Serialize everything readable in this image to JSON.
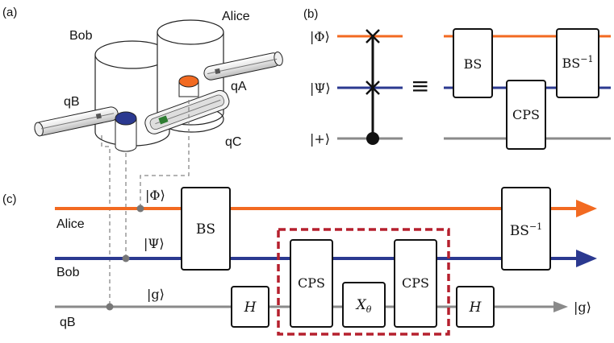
{
  "panels": {
    "a": "(a)",
    "b": "(b)",
    "c": "(c)"
  },
  "panel_a": {
    "labels": {
      "bob": "Bob",
      "alice": "Alice",
      "qA": "qA",
      "qB": "qB",
      "qC": "qC"
    },
    "colors": {
      "qA_qubit": "#f26a21",
      "qB_qubit": "#2b3990"
    }
  },
  "panel_b": {
    "kets": {
      "phi": "|Φ⟩",
      "psi": "|Ψ⟩",
      "plus": "|+⟩"
    },
    "equiv": "≡",
    "gates": {
      "bs": "BS",
      "cps": "CPS",
      "bs_inv_base": "BS",
      "bs_inv_exp": "−1"
    }
  },
  "panel_c": {
    "lines": {
      "alice": "Alice",
      "bob": "Bob",
      "qb": "qB"
    },
    "kets": {
      "phi": "|Φ⟩",
      "psi": "|Ψ⟩",
      "g_in": "|g⟩",
      "g_out": "|g⟩"
    },
    "gates": {
      "bs": "BS",
      "bs_inv_base": "BS",
      "bs_inv_exp": "−1",
      "h1": "H",
      "cps1": "CPS",
      "x_base": "X",
      "x_sub": "θ",
      "cps2": "CPS",
      "h2": "H"
    }
  },
  "colors": {
    "orange": "#f26a21",
    "blue": "#2b3990",
    "gray": "#8a8a8a",
    "red_dashed": "#b5202e"
  }
}
